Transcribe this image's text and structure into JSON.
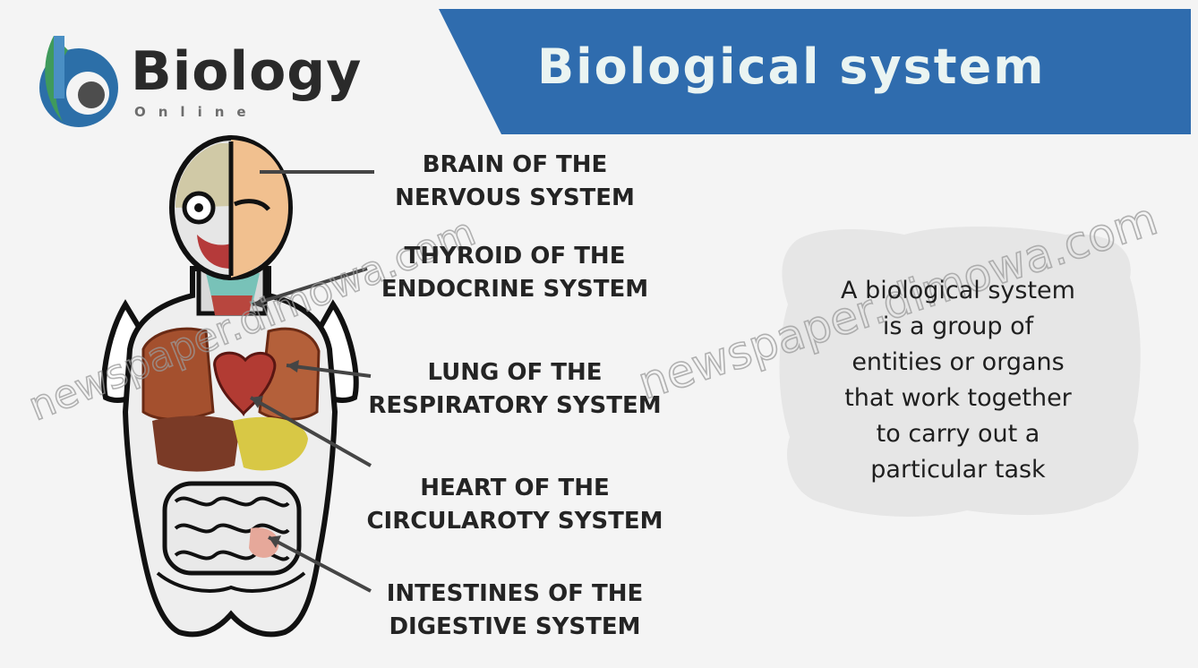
{
  "logo": {
    "icon": "biology-online-logo-icon",
    "name": "Biology",
    "sub": "Online"
  },
  "banner": {
    "title": "Biological system",
    "color": "#2f6cae"
  },
  "labels": {
    "brain": [
      "BRAIN OF THE",
      "NERVOUS SYSTEM"
    ],
    "thyroid": [
      "THYROID OF THE",
      "ENDOCRINE SYSTEM"
    ],
    "lung": [
      "LUNG OF THE",
      "RESPIRATORY SYSTEM"
    ],
    "heart": [
      "HEART OF THE",
      "CIRCULAROTY SYSTEM"
    ],
    "intestines": [
      "INTESTINES OF THE",
      "DIGESTIVE SYSTEM"
    ]
  },
  "definition": [
    "A biological system",
    "is a group of",
    "entities or organs",
    "that work together",
    "to carry out a",
    "particular task"
  ],
  "watermark": {
    "left": "newspaper.dimowa.com",
    "right": "newspaper.dimowa.com"
  },
  "colors": {
    "banner": "#2f6cae",
    "ink": "#242424",
    "organ_liver": "#a4502e",
    "organ_lung": "#b4603a",
    "organ_stomach": "#d8c845",
    "leader": "#454545"
  }
}
